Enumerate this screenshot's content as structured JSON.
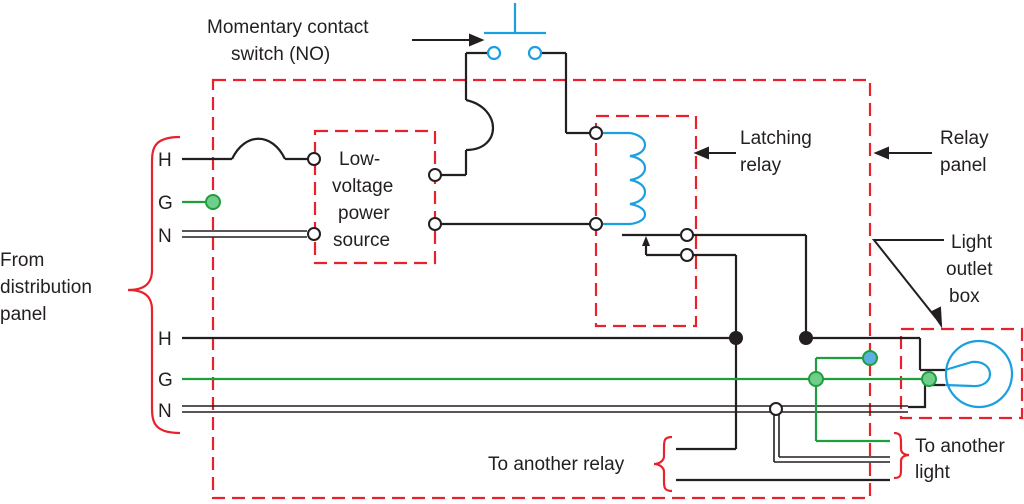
{
  "labels": {
    "switch_line1": "Momentary contact",
    "switch_line2": "switch (NO)",
    "latching_line1": "Latching",
    "latching_line2": "relay",
    "relay_panel_line1": "Relay",
    "relay_panel_line2": "panel",
    "psu_line1": "Low-",
    "psu_line2": "voltage",
    "psu_line3": "power",
    "psu_line4": "source",
    "light_box_line1": "Light",
    "light_box_line2": "outlet",
    "light_box_line3": "box",
    "from_line1": "From",
    "from_line2": "distribution",
    "from_line3": "panel",
    "to_relay": "To another relay",
    "to_light_line1": "To another",
    "to_light_line2": "light"
  },
  "terminals": {
    "top_h": "H",
    "top_g": "G",
    "top_n": "N",
    "bottom_h": "H",
    "bottom_g": "G",
    "bottom_n": "N"
  },
  "colors": {
    "dashed_box": "#e8222c",
    "bracket": "#e8222c",
    "wire": "#231f20",
    "ground_wire": "#1e9e3e",
    "ground_dot": "#6fcf8a",
    "blue": "#1aa0e0",
    "blue_dot": "#5aaee0"
  }
}
